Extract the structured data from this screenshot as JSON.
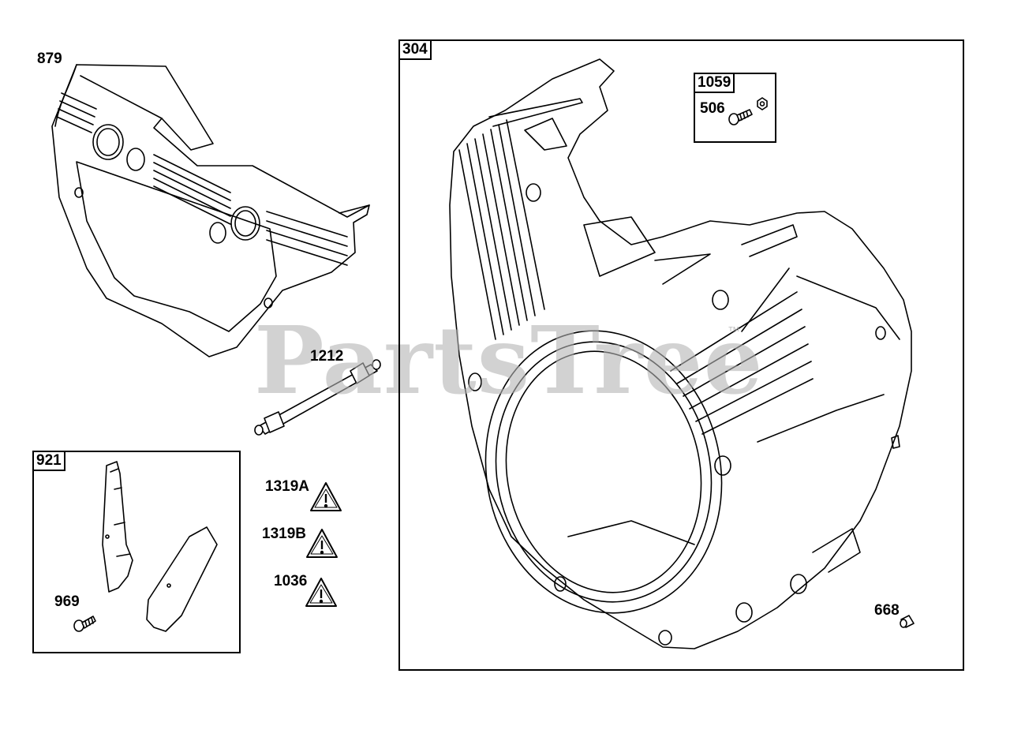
{
  "watermark": {
    "text": "PartsTree",
    "mark": "™"
  },
  "parts": {
    "p879": "879",
    "p1212": "1212",
    "p1319a": "1319A",
    "p1319b": "1319B",
    "p1036": "1036",
    "p969": "969",
    "p668": "668",
    "p506": "506"
  },
  "boxes": {
    "b921": "921",
    "b304": "304",
    "b1059": "1059"
  },
  "icons": {
    "warning": "warning-label-icon"
  },
  "colors": {
    "line": "#000000",
    "watermark": "#b5b5b5"
  }
}
